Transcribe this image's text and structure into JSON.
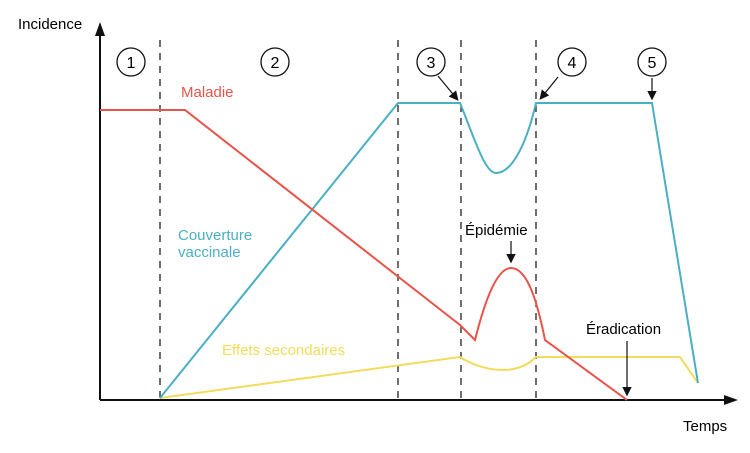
{
  "axes": {
    "y_label": "Incidence",
    "x_label": "Temps"
  },
  "phases": [
    "1",
    "2",
    "3",
    "4",
    "5"
  ],
  "curves": {
    "disease": {
      "label": "Maladie",
      "color": "#e8534a"
    },
    "coverage": {
      "label_line1": "Couverture",
      "label_line2": "vaccinale",
      "color": "#4aafc4"
    },
    "side_effects": {
      "label": "Effets secondaires",
      "color": "#f2dc5d"
    }
  },
  "annotations": {
    "epidemic": "Épidémie",
    "eradication": "Éradication"
  }
}
